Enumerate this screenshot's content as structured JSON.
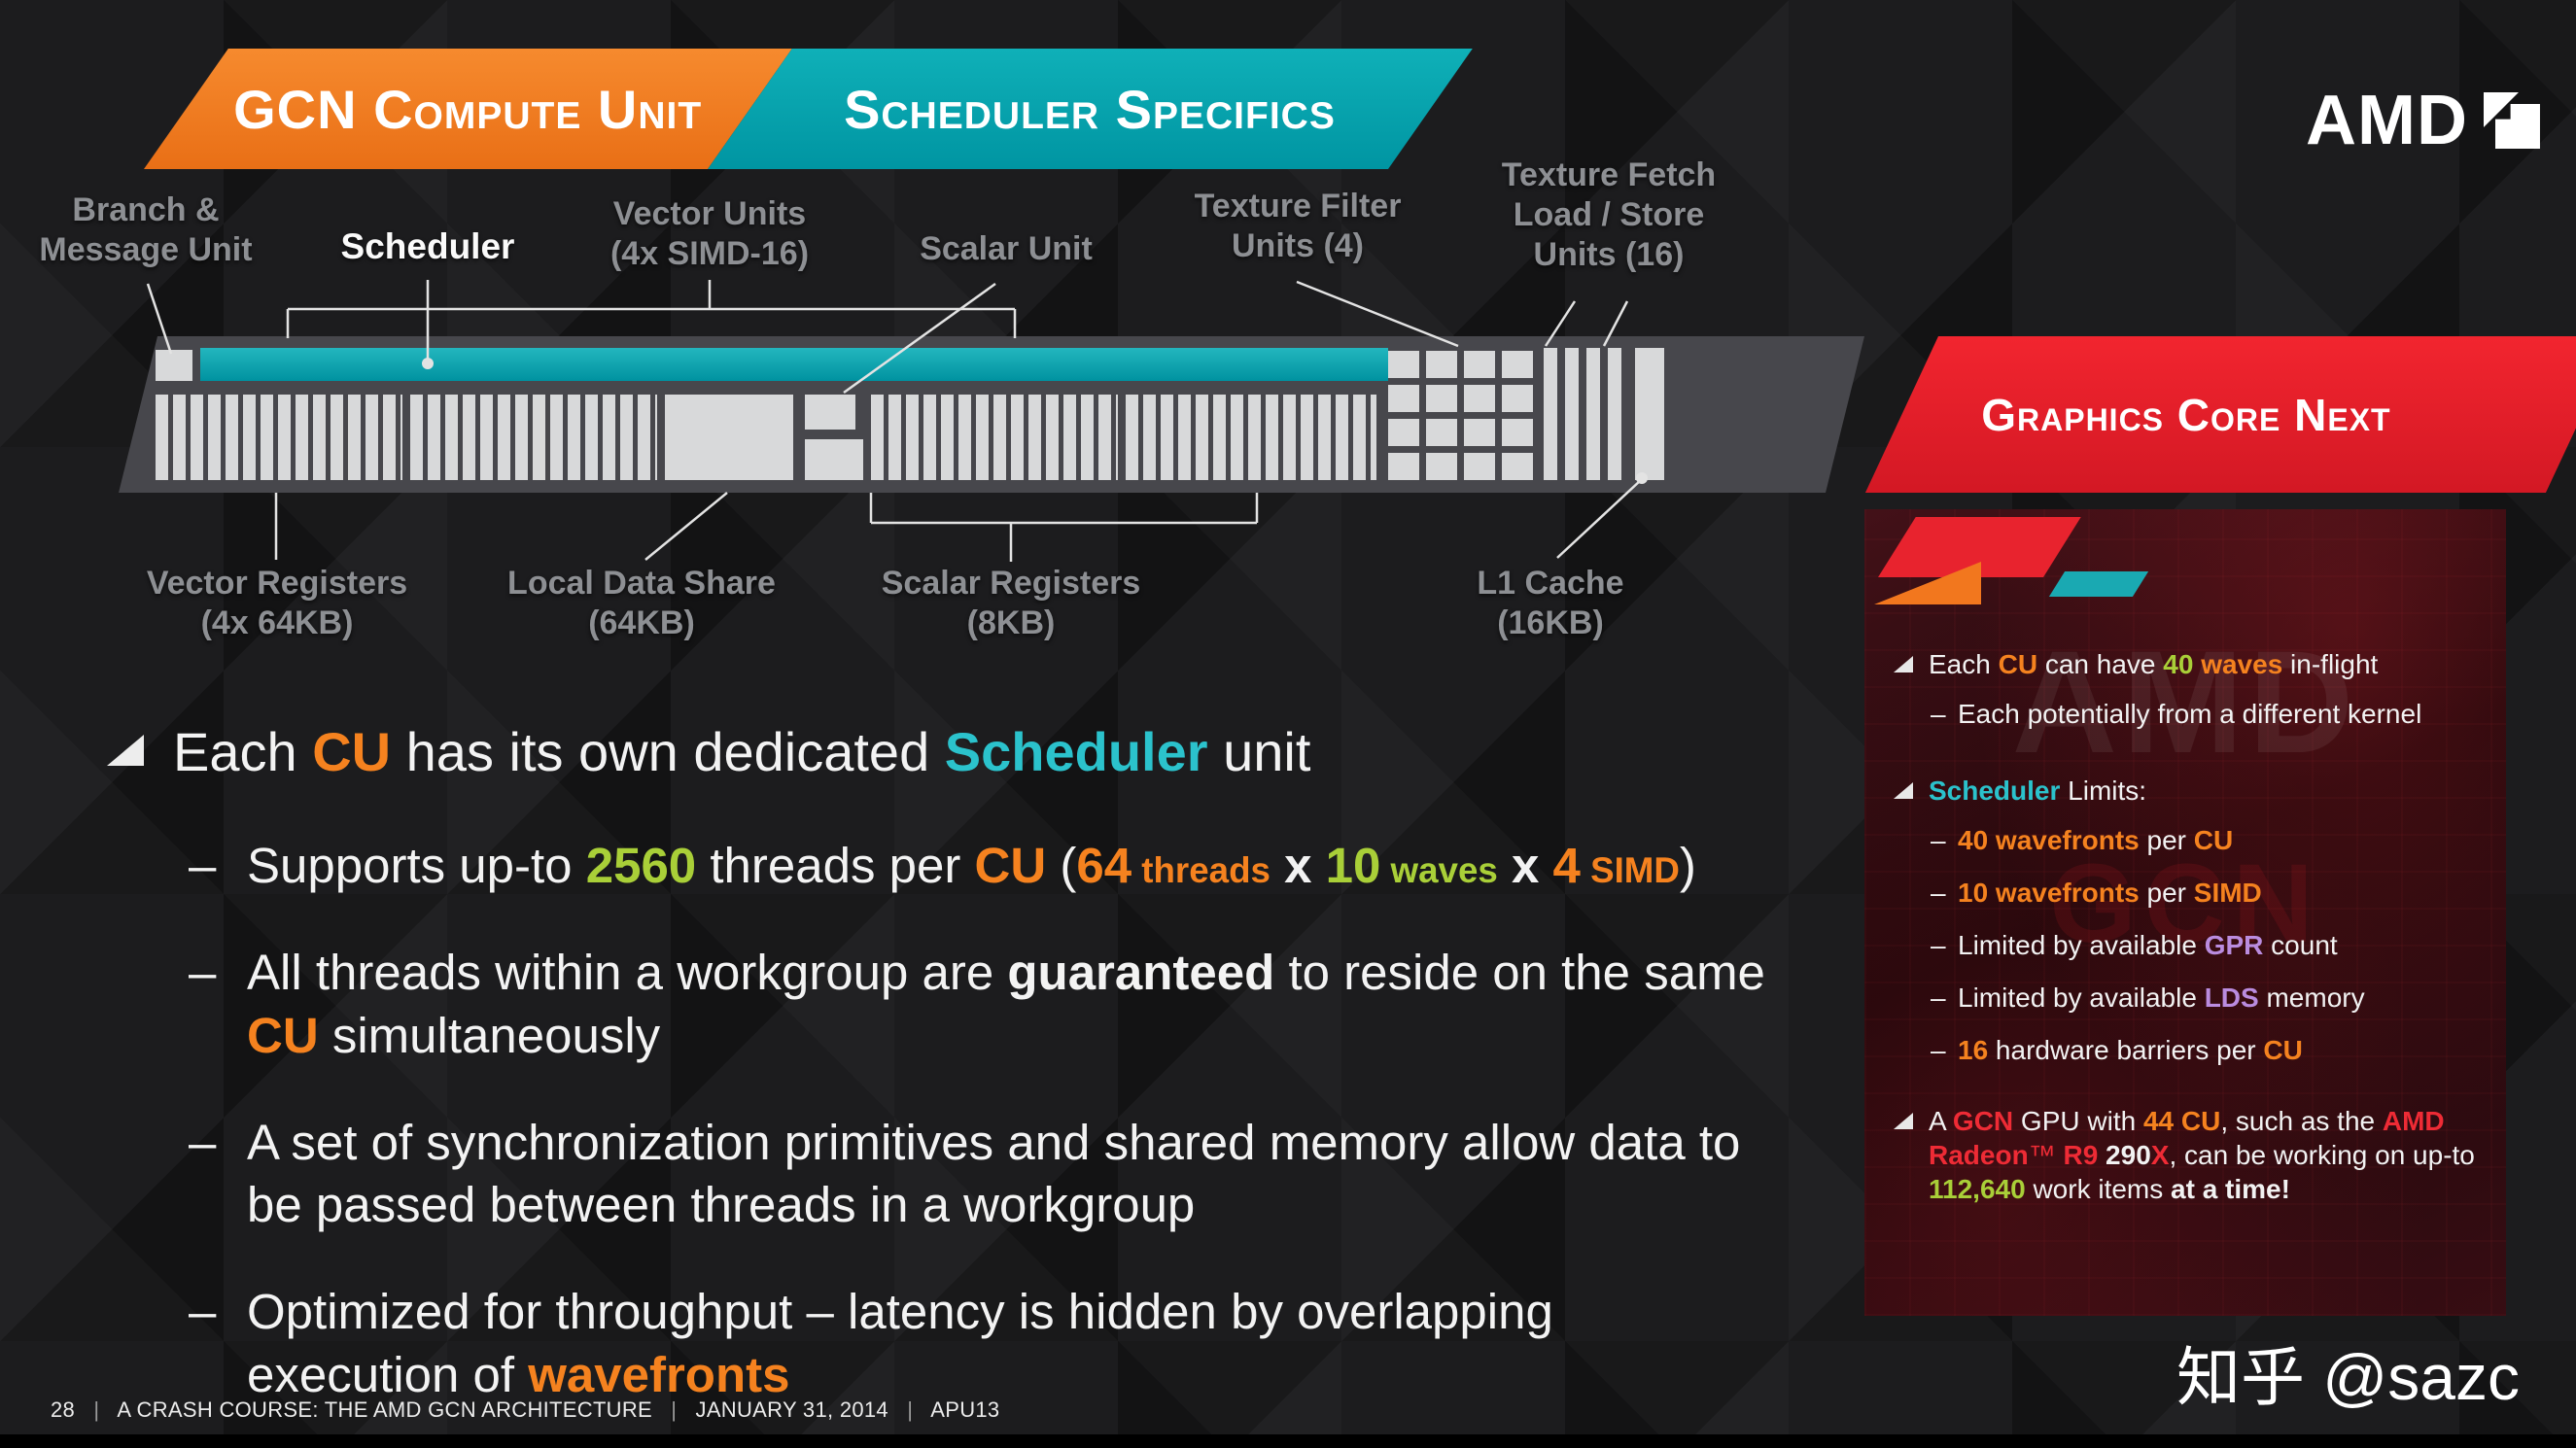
{
  "banners": {
    "compute_unit": "GCN Compute Unit",
    "scheduler_specifics": "Scheduler Specifics",
    "graphics_core_next": "Graphics Core Next"
  },
  "logo": {
    "wordmark": "AMD"
  },
  "colors": {
    "orange": "#F5821F",
    "teal": "#00A9B4",
    "green": "#A9CF38",
    "red": "#EC1C2E",
    "purple": "#BA8CDF"
  },
  "diagram": {
    "top_labels": {
      "branch": [
        "Branch &",
        "Message Unit"
      ],
      "scheduler": [
        "Scheduler"
      ],
      "vector_units": [
        "Vector Units",
        "(4x SIMD-16)"
      ],
      "scalar_unit": [
        "Scalar Unit"
      ],
      "texture_filter": [
        "Texture Filter",
        "Units (4)"
      ],
      "texture_fetch": [
        "Texture Fetch",
        "Load / Store",
        "Units (16)"
      ]
    },
    "bottom_labels": {
      "vector_registers": [
        "Vector Registers",
        "(4x 64KB)"
      ],
      "local_data_share": [
        "Local Data Share",
        "(64KB)"
      ],
      "scalar_registers": [
        "Scalar Registers",
        "(8KB)"
      ],
      "l1_cache": [
        "L1 Cache",
        "(16KB)"
      ]
    }
  },
  "body": {
    "dash": "–",
    "bullet": [
      {
        "t": "Each "
      },
      {
        "t": "CU",
        "c": "orange",
        "b": true
      },
      {
        "t": " has its own dedicated "
      },
      {
        "t": "Scheduler",
        "c": "teal",
        "b": true
      },
      {
        "t": " unit"
      }
    ],
    "subs": [
      {
        "lines": [
          [
            {
              "t": "Supports up-to "
            },
            {
              "t": "2560",
              "c": "green",
              "b": true
            },
            {
              "t": " threads per "
            },
            {
              "t": "CU",
              "c": "orange",
              "b": true
            },
            {
              "t": " ("
            },
            {
              "t": "64",
              "c": "orange",
              "b": true
            },
            {
              "t": " threads",
              "c": "orange",
              "b": true,
              "sm": true
            },
            {
              "t": " x ",
              "b": true
            },
            {
              "t": "10",
              "c": "green",
              "b": true
            },
            {
              "t": " waves",
              "c": "green",
              "b": true,
              "sm": true
            },
            {
              "t": " x ",
              "b": true
            },
            {
              "t": "4",
              "c": "orange",
              "b": true
            },
            {
              "t": " SIMD",
              "c": "orange",
              "b": true,
              "sm": true
            },
            {
              "t": ")"
            }
          ]
        ]
      },
      {
        "lines": [
          [
            {
              "t": "All threads within a workgroup are "
            },
            {
              "t": "guaranteed",
              "b": true
            },
            {
              "t": " to reside on the same"
            }
          ],
          [
            {
              "t": "CU",
              "c": "orange",
              "b": true
            },
            {
              "t": " simultaneously"
            }
          ]
        ]
      },
      {
        "lines": [
          [
            {
              "t": "A set of synchronization primitives and shared memory allow data to"
            }
          ],
          [
            {
              "t": "be passed between threads in a workgroup"
            }
          ]
        ]
      },
      {
        "lines": [
          [
            {
              "t": "Optimized for throughput – latency is hidden by overlapping"
            }
          ],
          [
            {
              "t": "execution of "
            },
            {
              "t": "wavefronts",
              "c": "orange",
              "b": true
            }
          ]
        ]
      }
    ]
  },
  "panel": {
    "dash": "–",
    "items": [
      {
        "segs": [
          {
            "t": "Each "
          },
          {
            "t": "CU",
            "c": "orange",
            "b": true
          },
          {
            "t": " can have "
          },
          {
            "t": "40",
            "c": "green",
            "b": true
          },
          {
            "t": " waves",
            "c": "orange",
            "b": true
          },
          {
            "t": " in-flight"
          }
        ]
      },
      {
        "segs": [
          {
            "t": "Each potentially from a different kernel"
          }
        ]
      },
      {
        "segs": [
          {
            "t": "Scheduler",
            "c": "teal",
            "b": true
          },
          {
            "t": " Limits:"
          }
        ]
      },
      {
        "segs": [
          {
            "t": "40 wavefronts",
            "c": "orange",
            "b": true
          },
          {
            "t": " per "
          },
          {
            "t": "CU",
            "c": "orange",
            "b": true
          }
        ]
      },
      {
        "segs": [
          {
            "t": "10 wavefronts",
            "c": "orange",
            "b": true
          },
          {
            "t": " per "
          },
          {
            "t": "SIMD",
            "c": "orange",
            "b": true
          }
        ]
      },
      {
        "segs": [
          {
            "t": "Limited by available "
          },
          {
            "t": "GPR",
            "c": "purple",
            "b": true
          },
          {
            "t": " count"
          }
        ]
      },
      {
        "segs": [
          {
            "t": "Limited by available "
          },
          {
            "t": "LDS",
            "c": "purple",
            "b": true
          },
          {
            "t": " memory"
          }
        ]
      },
      {
        "segs": [
          {
            "t": "16",
            "c": "orange",
            "b": true
          },
          {
            "t": " hardware barriers per "
          },
          {
            "t": "CU",
            "c": "orange",
            "b": true
          }
        ]
      },
      {
        "segs": [
          {
            "t": "A "
          },
          {
            "t": "GCN",
            "c": "red",
            "b": true
          },
          {
            "t": " GPU with "
          },
          {
            "t": "44 CU",
            "c": "orange",
            "b": true
          },
          {
            "t": ", such as the "
          },
          {
            "t": "AMD Radeon",
            "c": "red",
            "b": true
          },
          {
            "t": "™ ",
            "c": "red"
          },
          {
            "t": "R9 ",
            "c": "red",
            "b": true
          },
          {
            "t": "290",
            "b": true
          },
          {
            "t": "X",
            "c": "red",
            "b": true
          },
          {
            "t": ", can be working on up-to "
          },
          {
            "t": "112,640",
            "c": "green",
            "b": true
          },
          {
            "t": " work items "
          },
          {
            "t": "at a time!",
            "b": true
          }
        ]
      }
    ]
  },
  "watermarks": {
    "panel_amd": "AMD",
    "panel_gcn": "GCN",
    "photo_credit": "知乎 @sazc"
  },
  "footer": {
    "segs": [
      {
        "t": "28"
      },
      {
        "t": "   |   ",
        "c": "dim"
      },
      {
        "t": "A CRASH COURSE: THE AMD GCN ARCHITECTURE"
      },
      {
        "t": "   |   ",
        "c": "dim"
      },
      {
        "t": "JANUARY 31, 2014"
      },
      {
        "t": "   |   ",
        "c": "dim"
      },
      {
        "t": "APU13"
      }
    ]
  }
}
